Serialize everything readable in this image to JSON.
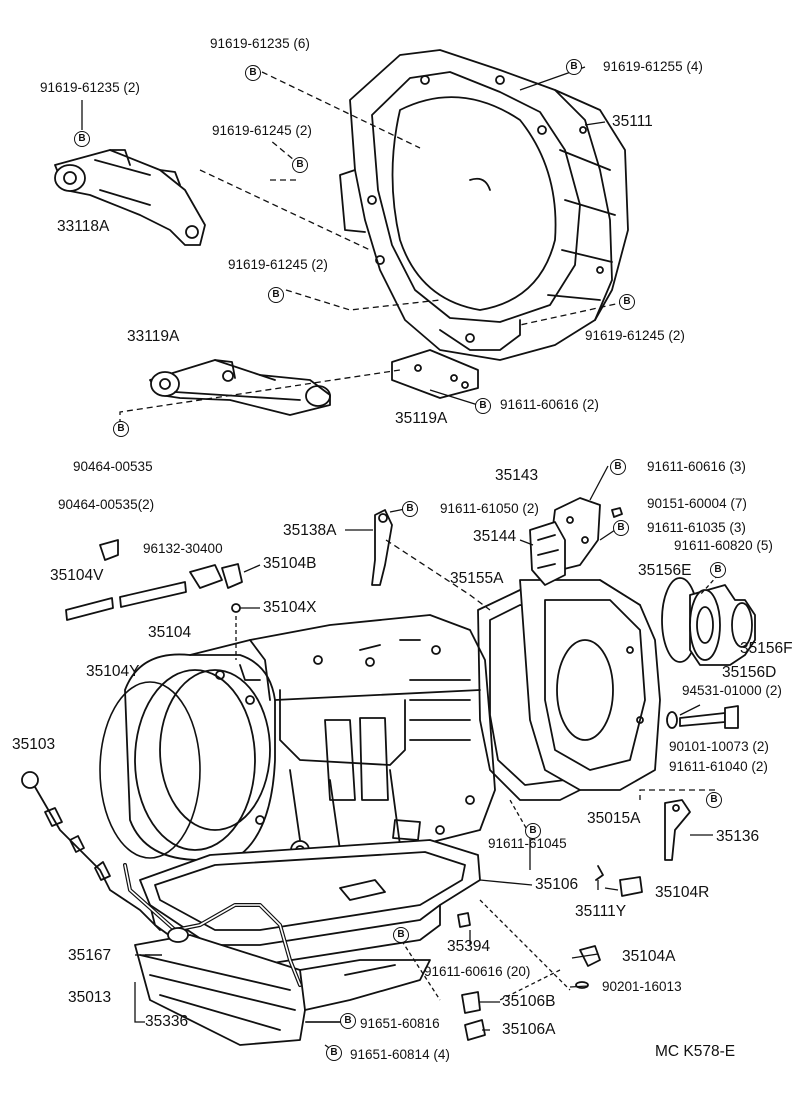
{
  "diagram": {
    "drawing_code": "MC K578-E",
    "bolt_marker": "B",
    "labels": {
      "p33118A": "33118A",
      "p33119A": "33119A",
      "p35111": "35111",
      "p35119A": "35119A",
      "p35143": "35143",
      "p35144": "35144",
      "p35138A": "35138A",
      "p35155A": "35155A",
      "p35104V": "35104V",
      "p35104B": "35104B",
      "p35104X": "35104X",
      "p35104": "35104",
      "p35104Y": "35104Y",
      "p35103": "35103",
      "p35156E": "35156E",
      "p35156F": "35156F",
      "p35156D": "35156D",
      "p35015A": "35015A",
      "p35136": "35136",
      "p35106": "35106",
      "p35111Y": "35111Y",
      "p35104R": "35104R",
      "p35167": "35167",
      "p35394": "35394",
      "p35104A": "35104A",
      "p35013": "35013",
      "p35106B": "35106B",
      "p35336": "35336",
      "p35106A": "35106A"
    },
    "fasteners": {
      "f1": "91619-61235 (6)",
      "f2": "91619-61255 (4)",
      "f3": "91619-61235 (2)",
      "f4": "91619-61245 (2)",
      "f5": "91619-61245 (2)",
      "f6": "91619-61245 (2)",
      "f7": "91611-60616 (2)",
      "f8": "90464-00535",
      "f9": "91611-60616 (3)",
      "f10": "90151-60004 (7)",
      "f11": "91611-61050 (2)",
      "f12": "91611-61035 (3)",
      "f13": "91611-60820 (5)",
      "f14": "90464-00535(2)",
      "f15": "96132-30400",
      "f16": "94531-01000 (2)",
      "f17": "90101-10073 (2)",
      "f18": "91611-61040 (2)",
      "f19": "91611-61045",
      "f20": "91611-60616 (20)",
      "f21": "90201-16013",
      "f22": "91651-60816",
      "f23": "91651-60814 (4)"
    }
  }
}
